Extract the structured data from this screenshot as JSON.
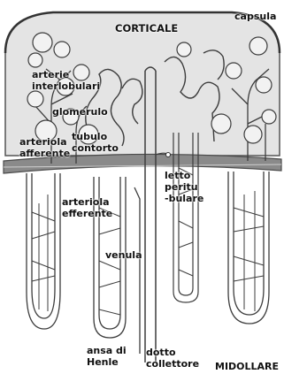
{
  "colors": {
    "cortex": "#e4e4e4",
    "medulla": "#ffffff",
    "band": "#8a8a8a",
    "band_edge": "#4a4a4a",
    "vessel": "#bdbdbd",
    "vessel_edge": "#3c3c3c",
    "glomerulus": "#f2f2f2"
  },
  "labels": {
    "corticale": "CORTICALE",
    "capsula": "capsula",
    "arterie_interlobulari": "arterie\ninterlobulari",
    "glomerulo": "glomerulo",
    "arteriola_afferente": "arteriola\nafferente",
    "tubulo_contorto": "tubulo\ncontorto",
    "letto_peritubulare": "letto\nperitu\n-bulare",
    "arteriola_efferente": "arteriola\nefferente",
    "venula": "venula",
    "ansa_di_henle": "ansa di\nHenle",
    "dotto_collettore": "dotto\ncollettore",
    "midollare": "MIDOLLARE"
  }
}
